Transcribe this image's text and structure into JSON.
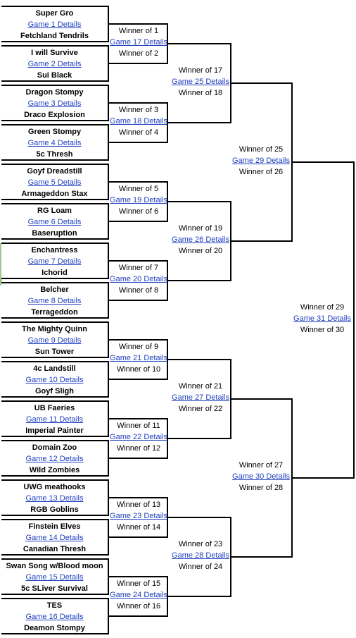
{
  "bracket": {
    "round1": [
      {
        "top": "Super Gro",
        "details": "Game 1 Details",
        "bottom": "Fetchland Tendrils"
      },
      {
        "top": "I will Survive",
        "details": "Game 2 Details",
        "bottom": "Sui Black"
      },
      {
        "top": "Dragon Stompy",
        "details": "Game 3 Details",
        "bottom": "Draco Explosion"
      },
      {
        "top": "Green Stompy",
        "details": "Game 4 Details",
        "bottom": "5c Thresh"
      },
      {
        "top": "Goyf Dreadstill",
        "details": "Game 5 Details",
        "bottom": "Armageddon Stax"
      },
      {
        "top": "RG Loam",
        "details": "Game 6 Details",
        "bottom": "Baseruption"
      },
      {
        "top": "Enchantress",
        "details": "Game 7 Details",
        "bottom": "Ichorid"
      },
      {
        "top": "Belcher",
        "details": "Game 8 Details",
        "bottom": "Terrageddon"
      },
      {
        "top": "The Mighty Quinn",
        "details": "Game 9 Details",
        "bottom": "Sun Tower"
      },
      {
        "top": "4c Landstill",
        "details": "Game 10 Details",
        "bottom": "Goyf Sligh"
      },
      {
        "top": "UB Faeries",
        "details": "Game 11 Details",
        "bottom": "Imperial Painter"
      },
      {
        "top": "Domain Zoo",
        "details": "Game 12 Details",
        "bottom": "Wild Zombies"
      },
      {
        "top": "UWG meathooks",
        "details": "Game 13 Details",
        "bottom": "RGB Goblins"
      },
      {
        "top": "Finstein Elves",
        "details": "Game 14 Details",
        "bottom": "Canadian Thresh"
      },
      {
        "top": "Swan Song w/Blood moon",
        "details": "Game 15 Details",
        "bottom": "5c SLiver Survival"
      },
      {
        "top": "TES",
        "details": "Game 16 Details",
        "bottom": "Deamon Stompy"
      }
    ],
    "round2": [
      {
        "top": "Winner of 1",
        "details": "Game 17 Details",
        "bottom": "Winner of 2"
      },
      {
        "top": "Winner of 3",
        "details": "Game 18 Details",
        "bottom": "Winner of 4"
      },
      {
        "top": "Winner of 5",
        "details": "Game 19 Details",
        "bottom": "Winner of 6"
      },
      {
        "top": "Winner of 7",
        "details": "Game 20 Details",
        "bottom": "Winner of 8"
      },
      {
        "top": "Winner of 9",
        "details": "Game 21 Details",
        "bottom": "Winner of 10"
      },
      {
        "top": "Winner of 11",
        "details": "Game 22 Details",
        "bottom": "Winner of 12"
      },
      {
        "top": "Winner of 13",
        "details": "Game 23 Details",
        "bottom": "Winner of 14"
      },
      {
        "top": "Winner of 15",
        "details": "Game 24 Details",
        "bottom": "Winner of 16"
      }
    ],
    "round3": [
      {
        "top": "Winner of 17",
        "details": "Game 25 Details",
        "bottom": "Winner of 18"
      },
      {
        "top": "Winner of 19",
        "details": "Game 26 Details",
        "bottom": "Winner of 20"
      },
      {
        "top": "Winner of 21",
        "details": "Game 27 Details",
        "bottom": "Winner of 22"
      },
      {
        "top": "Winner of 23",
        "details": "Game 28 Details",
        "bottom": "Winner of 24"
      }
    ],
    "round4": [
      {
        "top": "Winner of 25",
        "details": "Game 29 Details",
        "bottom": "Winner of 26"
      },
      {
        "top": "Winner of 27",
        "details": "Game 30 Details",
        "bottom": "Winner of 28"
      }
    ],
    "final": [
      {
        "top": "Winner of 29",
        "details": "Game 31 Details",
        "bottom": "Winner of 30"
      }
    ]
  },
  "colors": {
    "link": "#1f3fbf",
    "line": "#000000"
  }
}
